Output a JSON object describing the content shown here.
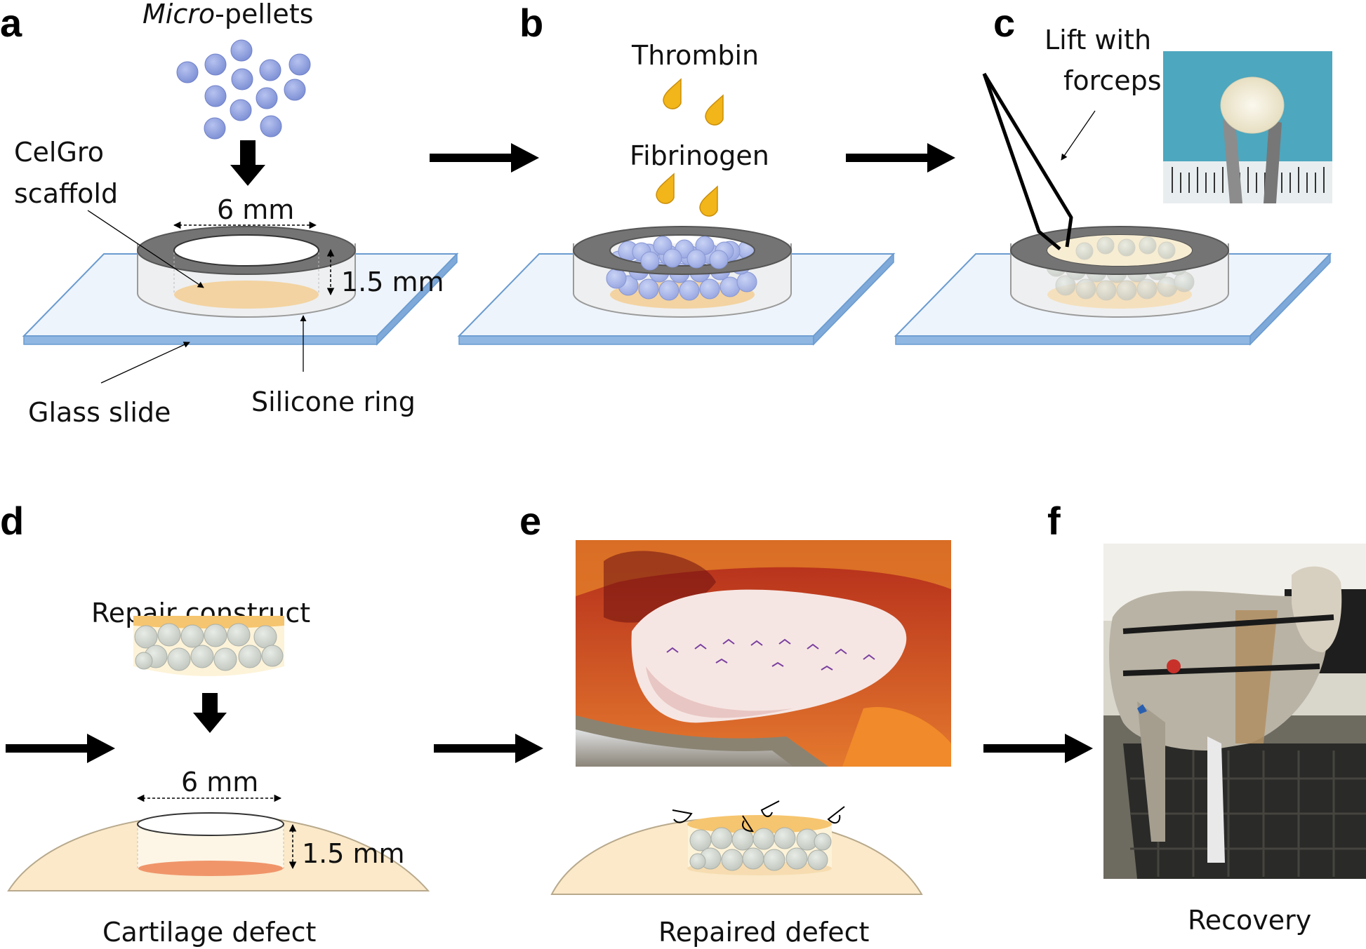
{
  "panels": {
    "a": "a",
    "b": "b",
    "c": "c",
    "d": "d",
    "e": "e",
    "f": "f"
  },
  "panel_a": {
    "micro_italic": "Micro",
    "micro_rest": "-pellets",
    "scaffold_line1": "CelGro",
    "scaffold_line2": "scaffold",
    "diameter": "6 mm",
    "height": "1.5 mm",
    "glass_slide": "Glass slide",
    "silicone_ring": "Silicone ring"
  },
  "panel_b": {
    "thrombin": "Thrombin",
    "fibrinogen": "Fibrinogen"
  },
  "panel_c": {
    "lift_line1": "Lift with",
    "lift_line2": "forceps"
  },
  "panel_d": {
    "repair_construct": "Repair construct",
    "diameter": "6 mm",
    "height": "1.5 mm",
    "caption": "Cartilage defect"
  },
  "panel_e": {
    "caption": "Repaired defect"
  },
  "panel_f": {
    "caption": "Recovery"
  },
  "colors": {
    "pellet": "#8f9fdc",
    "drop": "#f2b51a",
    "glass": "#a9c6e6",
    "ring": "#7a7a7a",
    "scaffold": "#f2c98b",
    "cartilage": "#fbe9c9",
    "defect_base": "#f09a5a"
  }
}
